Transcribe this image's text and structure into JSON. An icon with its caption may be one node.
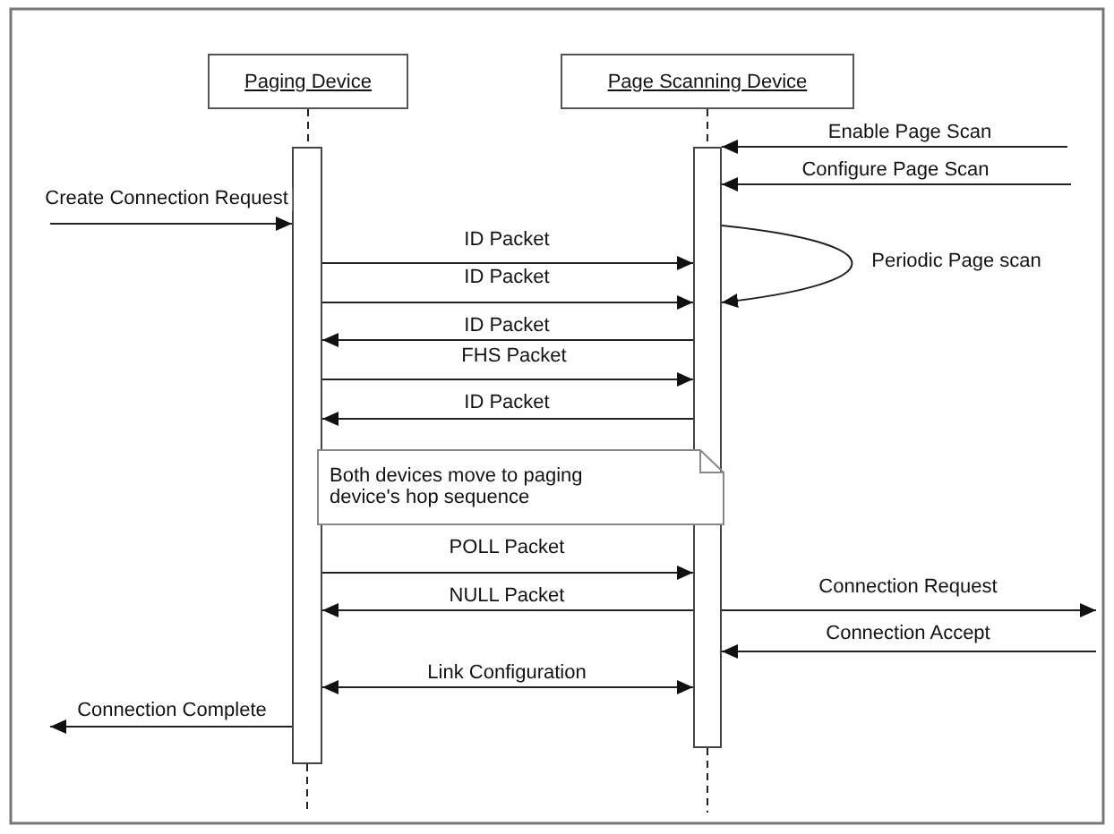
{
  "diagram": {
    "nodes": [
      {
        "text": [
          "Paging Device"
        ]
      },
      {
        "text": [
          "Page Scanning Device"
        ]
      },
      {
        "text": [],
        "shape": "bar"
      },
      {
        "text": [],
        "shape": "bar"
      },
      {
        "text": [
          "Both devices move to paging device's hop sequence"
        ]
      }
    ],
    "edges": [
      {
        "from": 0,
        "to": 2,
        "arrow": "none",
        "style": "dashed"
      },
      {
        "from": 1,
        "to": 3,
        "arrow": "none",
        "style": "dashed"
      },
      {
        "from": 2,
        "to": null,
        "arrow": "none",
        "style": "dashed"
      },
      {
        "from": 3,
        "to": null,
        "arrow": "none",
        "style": "dashed"
      },
      {
        "from": null,
        "to": 3,
        "arrow": "to",
        "label": "Enable Page Scan"
      },
      {
        "from": null,
        "to": 3,
        "arrow": "to",
        "label": "Configure Page Scan"
      },
      {
        "from": null,
        "to": 2,
        "arrow": "to",
        "label": "Create Connection Request"
      },
      {
        "from": 3,
        "to": 3,
        "arrow": "to",
        "label": "Periodic Page scan"
      },
      {
        "from": 2,
        "to": 3,
        "arrow": "to",
        "label": "ID Packet"
      },
      {
        "from": 2,
        "to": 3,
        "arrow": "to",
        "label": "ID Packet"
      },
      {
        "from": 3,
        "to": 2,
        "arrow": "to",
        "label": "ID Packet"
      },
      {
        "from": 2,
        "to": 3,
        "arrow": "to",
        "label": "FHS Packet"
      },
      {
        "from": 3,
        "to": 2,
        "arrow": "to",
        "label": "ID Packet"
      },
      {
        "from": 2,
        "to": 3,
        "arrow": "to",
        "label": "POLL Packet"
      },
      {
        "from": 3,
        "to": 2,
        "arrow": "to",
        "label": "NULL Packet"
      },
      {
        "from": 3,
        "to": null,
        "arrow": "to",
        "label": "Connection Request"
      },
      {
        "from": null,
        "to": 3,
        "arrow": "to",
        "label": "Connection Accept"
      },
      {
        "from": 2,
        "to": 3,
        "arrow": "both",
        "label": "Link Configuration"
      },
      {
        "from": 2,
        "to": null,
        "arrow": "to",
        "label": "Connection Complete"
      }
    ]
  }
}
